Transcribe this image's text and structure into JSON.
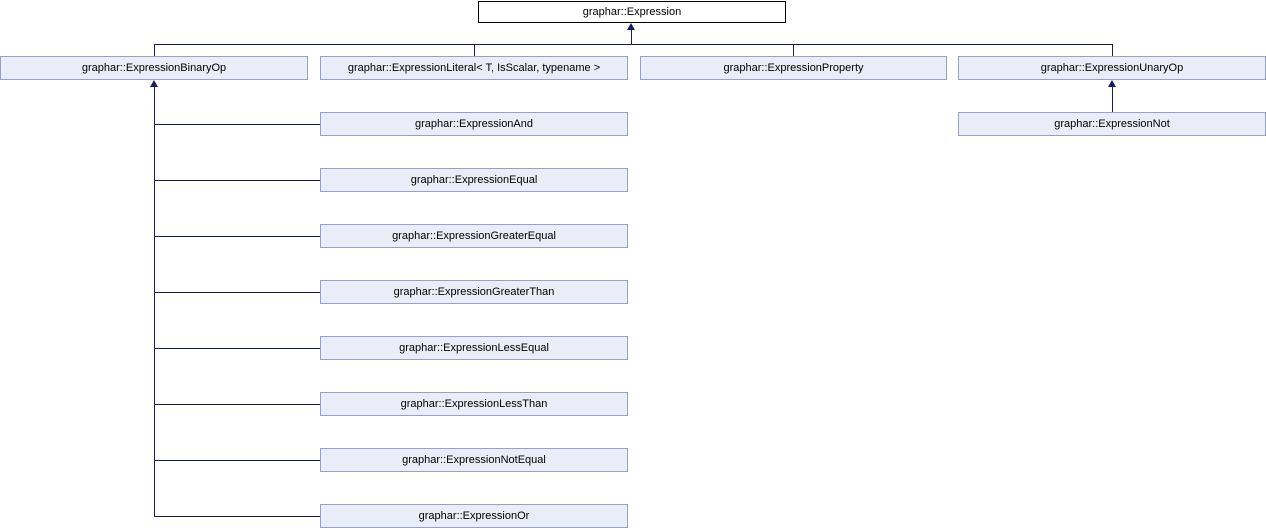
{
  "diagram": {
    "kind": "class-inheritance-diagram",
    "root_label": "graphar::Expression"
  },
  "colors": {
    "edge": "#191970",
    "node_fill": "#E8EDF7",
    "node_border": "#96A2C4",
    "root_fill": "#FFFFFF",
    "root_border": "#000000",
    "text": "#000000"
  },
  "nodes": {
    "expression": {
      "label": "graphar::Expression"
    },
    "binary_op": {
      "label": "graphar::ExpressionBinaryOp"
    },
    "literal": {
      "label": "graphar::ExpressionLiteral< T, IsScalar, typename >"
    },
    "property": {
      "label": "graphar::ExpressionProperty"
    },
    "unary_op": {
      "label": "graphar::ExpressionUnaryOp"
    },
    "and": {
      "label": "graphar::ExpressionAnd"
    },
    "equal": {
      "label": "graphar::ExpressionEqual"
    },
    "greater_equal": {
      "label": "graphar::ExpressionGreaterEqual"
    },
    "greater_than": {
      "label": "graphar::ExpressionGreaterThan"
    },
    "less_equal": {
      "label": "graphar::ExpressionLessEqual"
    },
    "less_than": {
      "label": "graphar::ExpressionLessThan"
    },
    "not_equal": {
      "label": "graphar::ExpressionNotEqual"
    },
    "or": {
      "label": "graphar::ExpressionOr"
    },
    "not": {
      "label": "graphar::ExpressionNot"
    }
  },
  "hierarchy": {
    "graphar::Expression": [
      "graphar::ExpressionBinaryOp",
      "graphar::ExpressionLiteral< T, IsScalar, typename >",
      "graphar::ExpressionProperty",
      "graphar::ExpressionUnaryOp"
    ],
    "graphar::ExpressionBinaryOp": [
      "graphar::ExpressionAnd",
      "graphar::ExpressionEqual",
      "graphar::ExpressionGreaterEqual",
      "graphar::ExpressionGreaterThan",
      "graphar::ExpressionLessEqual",
      "graphar::ExpressionLessThan",
      "graphar::ExpressionNotEqual",
      "graphar::ExpressionOr"
    ],
    "graphar::ExpressionUnaryOp": [
      "graphar::ExpressionNot"
    ]
  }
}
